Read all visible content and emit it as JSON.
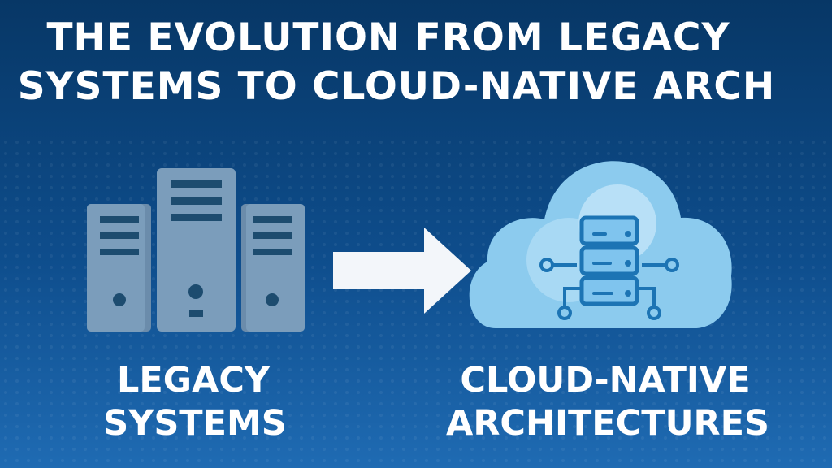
{
  "title": {
    "line1": "THE EVOLUTION FROM LEGACY",
    "line2": "SYSTEMS TO CLOUD-NATIVE ARCH"
  },
  "left": {
    "label_line1": "LEGACY",
    "label_line2": "SYSTEMS",
    "icon": "server-towers-icon"
  },
  "right": {
    "label_line1": "CLOUD-NATIVE",
    "label_line2": "ARCHITECTURES",
    "icon": "cloud-server-network-icon"
  },
  "colors": {
    "background_top": "#073766",
    "background_bottom": "#1f6bb3",
    "server": "#7b9dbb",
    "server_detail": "#1d4c6f",
    "cloud": "#8ccbee",
    "cloud_inner": "#c7e7fa",
    "cloud_icon": "#1c74b4",
    "arrow": "#f3f6fa"
  }
}
